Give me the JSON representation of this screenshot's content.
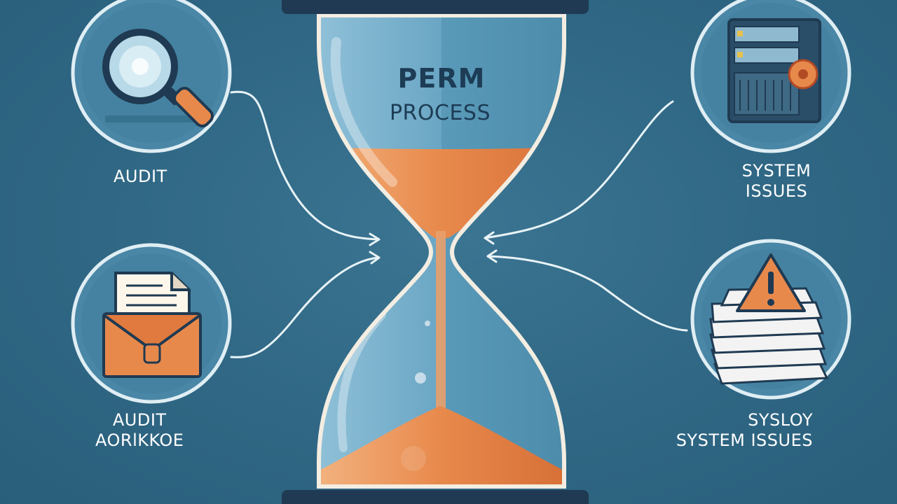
{
  "hourglass": {
    "title_line1": "PERM",
    "title_line2": "PROCESS"
  },
  "nodes": {
    "top_left": {
      "icon": "magnifier-icon",
      "label_lines": [
        "AUDIT"
      ]
    },
    "bottom_left": {
      "icon": "envelope-document-icon",
      "label_lines": [
        "AUDIT",
        "AORlKKOE"
      ]
    },
    "top_right": {
      "icon": "server-icon",
      "label_lines": [
        "SYSTEM",
        "ISSUES"
      ]
    },
    "bottom_right": {
      "icon": "warning-stack-icon",
      "label_lines": [
        "SYSLOY",
        "SYSTEM ISSUES"
      ]
    }
  },
  "colors": {
    "background": "#2f6784",
    "circle_fill": "#4a87a6",
    "circle_ring": "#dfeef4",
    "sand": "#e8894c",
    "glass_frame": "#1f3a52",
    "text_dark": "#1d3c55"
  }
}
